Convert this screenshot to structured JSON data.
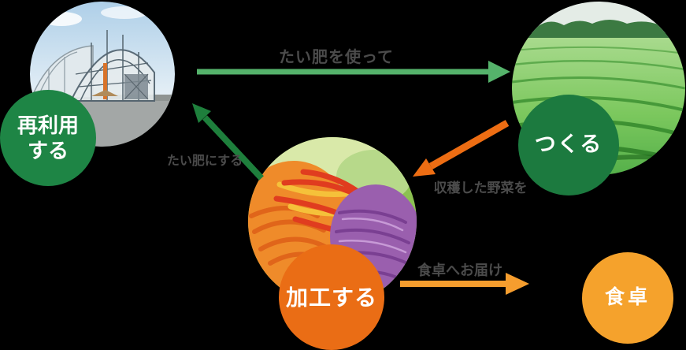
{
  "page": {
    "background_color": "#000000",
    "label_text_color": "#4b4b4b"
  },
  "cycle": {
    "photos": [
      {
        "name": "greenhouse-photo",
        "alt": "ビニールハウス"
      },
      {
        "name": "lettuce-field-photo",
        "alt": "レタス畑"
      },
      {
        "name": "salad-photo",
        "alt": "カット野菜"
      }
    ],
    "steps": [
      {
        "id": "reuse",
        "label": "再利用する",
        "lines": [
          "再利用",
          "する"
        ],
        "color": "#1e8545"
      },
      {
        "id": "grow",
        "label": "つくる",
        "color": "#1c7a3f"
      },
      {
        "id": "process",
        "label": "加工する",
        "color": "#ea6d15"
      },
      {
        "id": "table",
        "label": "食卓",
        "color": "#f5a22c"
      }
    ],
    "arrows": [
      {
        "id": "reuse-to-grow",
        "label": "たい肥を使って",
        "color": "#55b36b"
      },
      {
        "id": "process-to-reuse",
        "label": "たい肥にする",
        "color": "#1e7f3c"
      },
      {
        "id": "grow-to-process",
        "label": "収穫した野菜を",
        "color": "#ed6d13"
      },
      {
        "id": "process-to-table",
        "label": "食卓へお届け",
        "color": "#f59d2e"
      }
    ]
  }
}
